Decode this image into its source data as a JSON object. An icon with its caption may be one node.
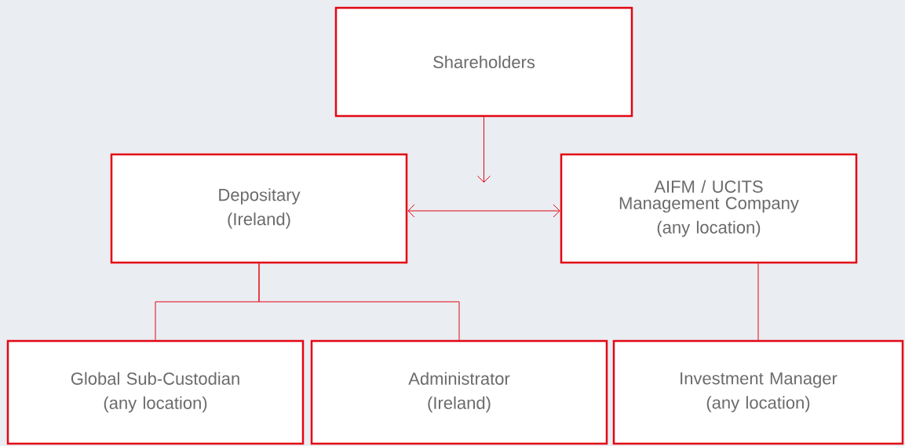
{
  "diagram": {
    "nodes": [
      {
        "text": [
          "Shareholders"
        ]
      },
      {
        "text": [
          "Depositary",
          "(Ireland)"
        ]
      },
      {
        "text": [
          "AIFM / UCITS Management Company",
          "(any location)"
        ]
      },
      {
        "text": [
          "Global Sub-Custodian",
          "(any location)"
        ]
      },
      {
        "text": [
          "Administrator",
          "(Ireland)"
        ]
      },
      {
        "text": [
          "Investment Manager",
          "(any location)"
        ]
      }
    ],
    "edges": [
      {
        "from": 0,
        "to": null,
        "arrow": "to"
      },
      {
        "from": 1,
        "to": 2,
        "arrow": "both"
      },
      {
        "from": 1,
        "to": 3,
        "arrow": "none"
      },
      {
        "from": 1,
        "to": 4,
        "arrow": "none"
      },
      {
        "from": 2,
        "to": 5,
        "arrow": "none"
      }
    ]
  }
}
